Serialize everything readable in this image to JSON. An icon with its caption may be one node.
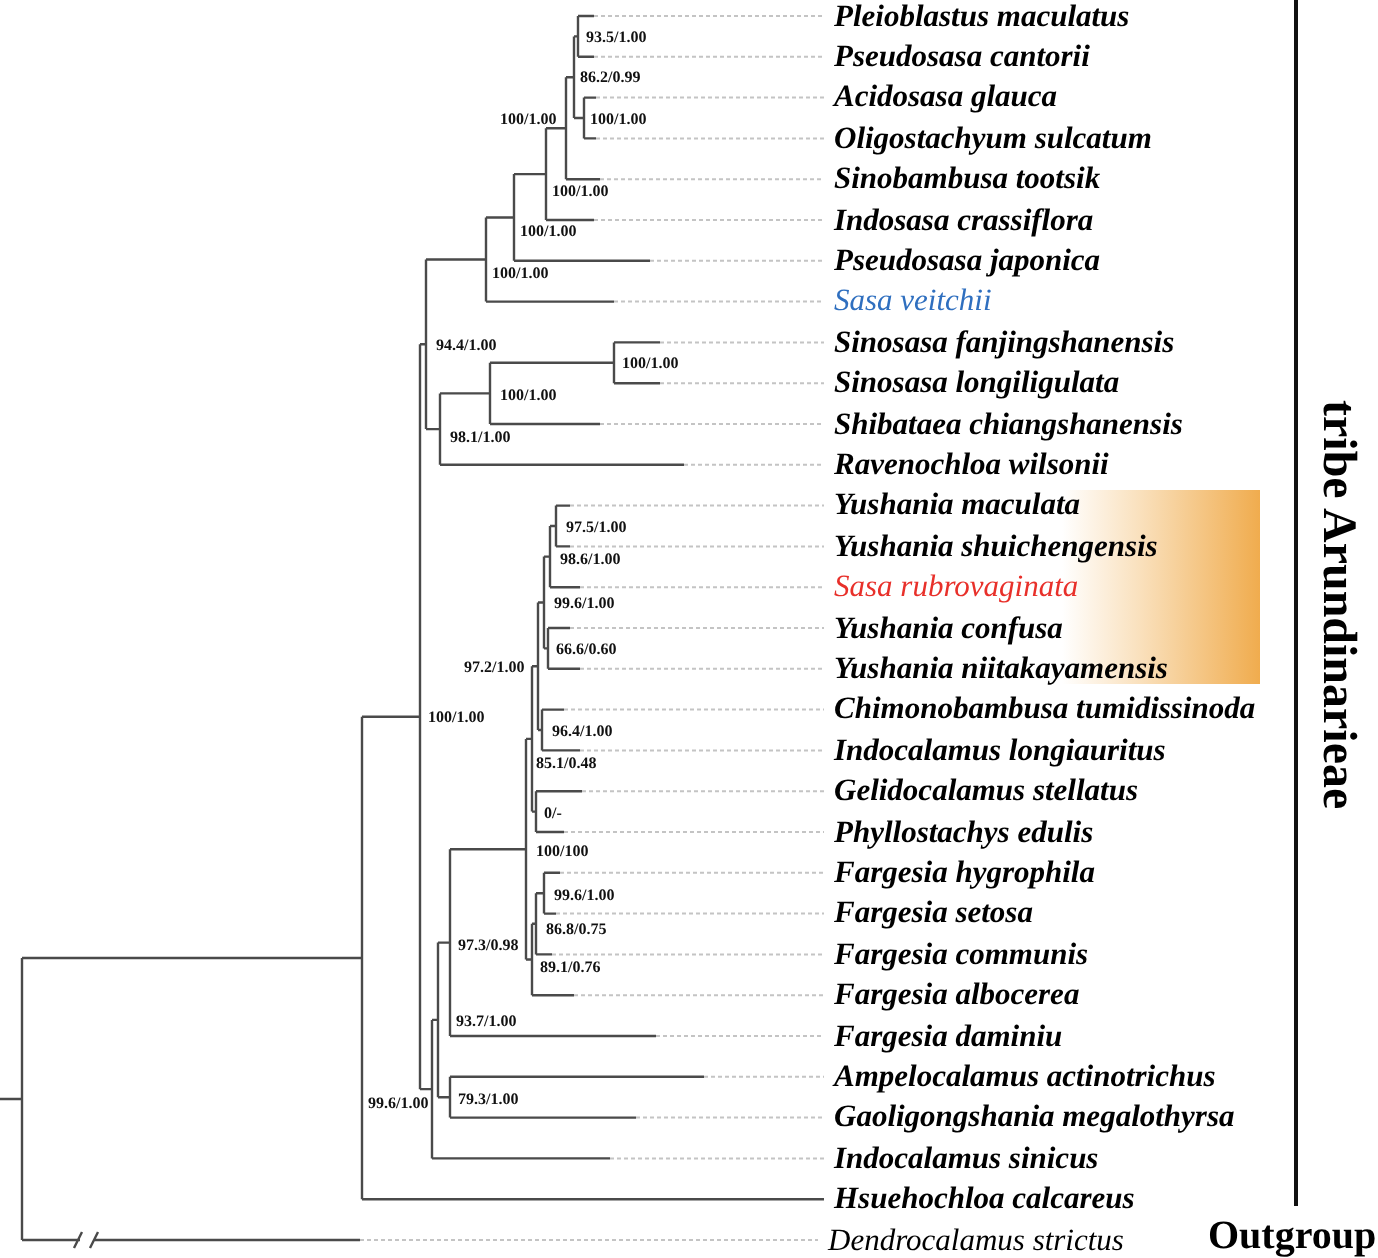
{
  "diagram": {
    "labels": [
      "Pleioblastus maculatus",
      "Pseudosasa cantorii",
      "Acidosasa glauca",
      "Oligostachyum sulcatum",
      "Sinobambusa tootsik",
      "Indosasa crassiflora",
      "Pseudosasa japonica",
      "Sasa veitchii",
      "Sinosasa fanjingshanensis",
      "Sinosasa longiligulata",
      "Shibataea chiangshanensis",
      "Ravenochloa wilsonii",
      "Yushania maculata",
      "Yushania shuichengensis",
      "Sasa rubrovaginata",
      "Yushania confusa",
      "Yushania niitakayamensis",
      "Chimonobambusa tumidissinoda",
      "Indocalamus longiauritus",
      "Gelidocalamus stellatus",
      "Phyllostachys edulis",
      "Fargesia hygrophila",
      "Fargesia setosa",
      "Fargesia communis",
      "Fargesia albocerea",
      "Fargesia daminiu",
      "Ampelocalamus actinotrichus",
      "Gaoligongshania megalothyrsa",
      "Indocalamus sinicus",
      "Hsuehochloa calcareus",
      "Dendrocalamus strictus",
      "93.5/1.00",
      "86.2/0.99",
      "100/1.00",
      "100/1.00",
      "100/1.00",
      "100/1.00",
      "100/1.00",
      "94.4/1.00",
      "100/1.00",
      "100/1.00",
      "98.1/1.00",
      "97.5/1.00",
      "98.6/1.00",
      "99.6/1.00",
      "66.6/0.60",
      "97.2/1.00",
      "100/1.00",
      "96.4/1.00",
      "85.1/0.48",
      "0/-",
      "100/100",
      "99.6/1.00",
      "86.8/0.75",
      "97.3/0.98",
      "89.1/0.76",
      "93.7/1.00",
      "99.6/1.00",
      "79.3/1.00",
      "tribe Arundinarieae",
      "Outgroup"
    ]
  }
}
